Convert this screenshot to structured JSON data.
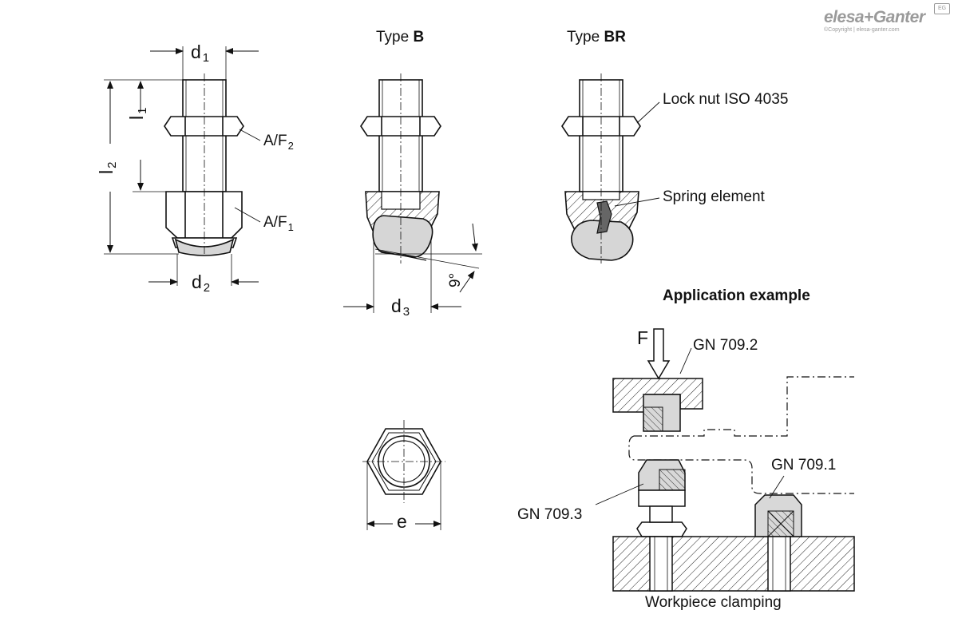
{
  "logo": {
    "brand": "elesa+Ganter",
    "copyright": "©Copyright | elesa-ganter.com",
    "badge": "EG"
  },
  "views": {
    "type_b_title_prefix": "Type ",
    "type_b_title_bold": "B",
    "type_br_title_prefix": "Type ",
    "type_br_title_bold": "BR"
  },
  "dimensions": {
    "d1": "d",
    "d1_sub": "1",
    "d2": "d",
    "d2_sub": "2",
    "d3": "d",
    "d3_sub": "3",
    "l1": "l",
    "l1_sub": "1",
    "l2": "l",
    "l2_sub": "2",
    "af1": "A/F",
    "af1_sub": "1",
    "af2": "A/F",
    "af2_sub": "2",
    "angle": "9°",
    "e": "e"
  },
  "callouts": {
    "lock_nut": "Lock nut ISO 4035",
    "spring_element": "Spring element"
  },
  "application": {
    "title": "Application example",
    "force": "F",
    "gn_709_2": "GN 709.2",
    "gn_709_1": "GN 709.1",
    "gn_709_3": "GN 709.3",
    "caption": "Workpiece clamping"
  }
}
